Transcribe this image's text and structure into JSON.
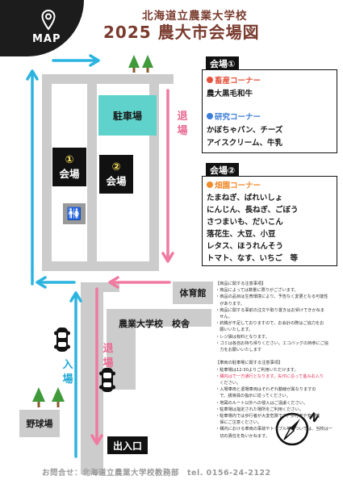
{
  "header": {
    "map_label": "MAP",
    "subtitle": "北海道立農業大学校",
    "title": "2025 農大市会場図"
  },
  "map": {
    "parking": "駐車場",
    "venue1": {
      "num": "①",
      "label": "会場"
    },
    "venue2": {
      "num": "②",
      "label": "会場"
    },
    "toilet": "🚻",
    "gymnasium": "体育館",
    "school_building": "農業大学校　校舎",
    "baseball_field": "野球場",
    "entrance_exit": "出入口",
    "exit_text_1": "退場",
    "exit_text_2": "退場",
    "enter_text": "入場"
  },
  "venue1_panel": {
    "header": "会場①",
    "sections": [
      {
        "title": "畜産コーナー",
        "color": "#e4513a",
        "items": [
          "農大黒毛和牛"
        ]
      },
      {
        "title": "研究コーナー",
        "color": "#3b7dd8",
        "items": [
          "かぼちゃパン、チーズ",
          "アイスクリーム、牛乳"
        ]
      }
    ]
  },
  "venue2_panel": {
    "header": "会場②",
    "sections": [
      {
        "title": "畑園コーナー",
        "color": "#f08b2c",
        "items": [
          "たまねぎ、ばれいしょ",
          "にんじん、長ねぎ、ごぼう",
          "さつまいも、だいこん",
          "落花生、大豆、小豆",
          "レタス、ほうれんそう",
          "トマト、なす、いちご　等"
        ]
      }
    ]
  },
  "notes": {
    "lines": [
      {
        "text": "【商品に関する注意事項】",
        "red": false
      },
      {
        "text": "・商品によっては数量に限りがございます。",
        "red": false
      },
      {
        "text": "・商品の品目は生育環境により、予告なく変更となる可能性",
        "red": false
      },
      {
        "text": "　があります。",
        "red": false
      },
      {
        "text": "・商品に関する事前の注文や取り置きはお受けできかねま",
        "red": false
      },
      {
        "text": "　せん。",
        "red": false
      },
      {
        "text": "・釣銭が不足しておりますので、お会計の際はご協力をお",
        "red": false
      },
      {
        "text": "　願いいたします。",
        "red": false
      },
      {
        "text": "・レジ袋は有料となります。",
        "red": false
      },
      {
        "text": "・ゴミは各自お持ち帰りください。エコバッグの持参にご協",
        "red": false
      },
      {
        "text": "　力をお願いいたします",
        "red": false
      },
      {
        "text": "",
        "red": false
      },
      {
        "text": "【車両の駐車場に関する注意事項】",
        "red": false
      },
      {
        "text": "・駐車場は12:30よりご利用いただけます。",
        "red": false
      },
      {
        "text": "・構内はで一方通行となります。矢印に沿って進みお入り",
        "red": true
      },
      {
        "text": "　ください。",
        "red": false
      },
      {
        "text": "・入場車両と退場車両はそれぞれ動線が異なりますの",
        "red": false
      },
      {
        "text": "　で、誘導員の指示に従ってください。",
        "red": false
      },
      {
        "text": "・地図のルート以外への侵入はご遠慮ください。",
        "red": false
      },
      {
        "text": "・駐車場は指定された場所をご利用ください。",
        "red": false
      },
      {
        "text": "・駐車場内では歩行者が大変危険です。歩行者や安全確",
        "red": false
      },
      {
        "text": "　保にご注意ください。",
        "red": false
      },
      {
        "text": "・構内における車両の事故やトラブル等については、当校は一",
        "red": false
      },
      {
        "text": "　切の責任を負いかねます。",
        "red": false
      }
    ]
  },
  "footer": {
    "contact": "お問合せ：北海道立農業大学校教務部　tel. 0156-24-2122"
  },
  "colors": {
    "pink_arrow": "#f07aa0",
    "cyan_arrow": "#2cb4e0",
    "parking": "#5fd3cb",
    "title": "#7a3b2e"
  },
  "icons": [
    "map-pin-icon",
    "tree-icon",
    "car-icon",
    "compass-icon",
    "toilet-icon"
  ]
}
